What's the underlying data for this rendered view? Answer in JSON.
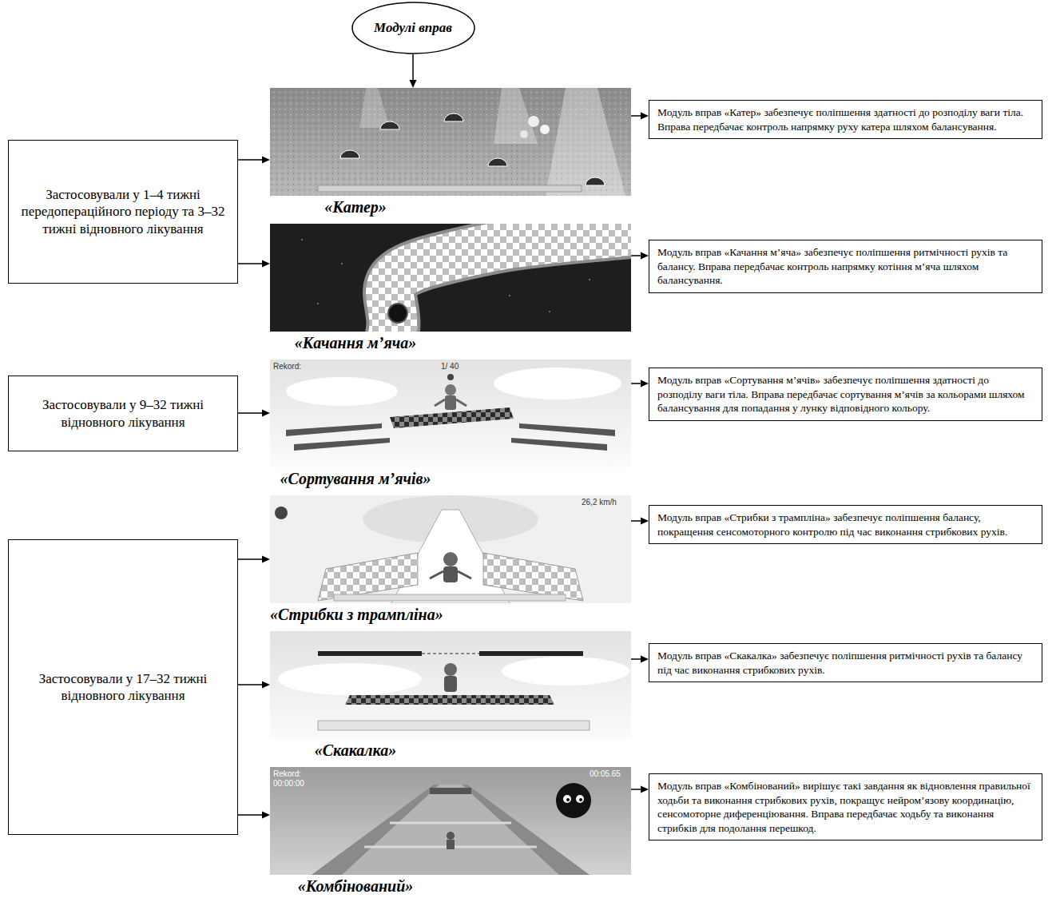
{
  "diagram": {
    "nodes": [
      {
        "text": [
          "Модулі вправ"
        ]
      },
      {
        "text": [
          "Застосовували у 1–4 тижні передопераційного періоду та 3–32 тижні відновного лікування"
        ]
      },
      {
        "text": [
          "«Катер»"
        ]
      },
      {
        "text": [
          "Модуль вправ «Катер» забезпечує поліпшення здатності до розподілу ваги тіла. Вправа передбачає контроль напрямку руху катера шляхом балансування."
        ]
      },
      {
        "text": [
          "«Качання м’яча»"
        ]
      },
      {
        "text": [
          "Модуль вправ «Качання м’яча» забезпечує поліпшення ритмічності рухів та балансу. Вправа передбачає контроль напрямку котіння м’яча шляхом балансування."
        ]
      },
      {
        "text": [
          "Застосовували у 9–32 тижні відновного лікування"
        ]
      },
      {
        "text": [
          "«Сортування м’ячів»"
        ]
      },
      {
        "text": [
          "Модуль вправ «Сортування м’ячів» забезпечує поліпшення здатності до розподілу ваги тіла. Вправа передбачає сортування м’ячів за кольорами шляхом балансування для попадання у лунку відповідного кольору."
        ]
      },
      {
        "text": [
          "Застосовували у 17–32 тижні відновного лікування"
        ]
      },
      {
        "text": [
          "«Стрибки з трампліна»"
        ]
      },
      {
        "text": [
          "Модуль вправ «Стрибки з трампліна» забезпечує поліпшення балансу, покращення сенсомоторного контролю під час виконання стрибкових рухів."
        ]
      },
      {
        "text": [
          "«Скакалка»"
        ]
      },
      {
        "text": [
          "Модуль вправ «Скакалка» забезпечує поліпшення ритмічності рухів та балансу під час виконання стрибкових рухів."
        ]
      },
      {
        "text": [
          "«Комбінований»"
        ]
      },
      {
        "text": [
          "Модуль вправ «Комбінований» вирішує такі завдання як відновлення правильної ходьби та виконання стрибкових рухів, покращує нейром’язову координацію, сенсомоторне диференціювання. Вправа передбачає ходьбу та виконання стрибків для подолання перешкод."
        ]
      }
    ],
    "edges": [
      {
        "from": 0,
        "to": 2,
        "arrow": "to"
      },
      {
        "from": 1,
        "to": 2,
        "arrow": "to"
      },
      {
        "from": 1,
        "to": 4,
        "arrow": "to"
      },
      {
        "from": 6,
        "to": 7,
        "arrow": "to"
      },
      {
        "from": 9,
        "to": 10,
        "arrow": "to"
      },
      {
        "from": 9,
        "to": 12,
        "arrow": "to"
      },
      {
        "from": 9,
        "to": 14,
        "arrow": "to"
      },
      {
        "from": 2,
        "to": 3,
        "arrow": "to"
      },
      {
        "from": 4,
        "to": 5,
        "arrow": "to"
      },
      {
        "from": 7,
        "to": 8,
        "arrow": "to"
      },
      {
        "from": 10,
        "to": 11,
        "arrow": "to"
      },
      {
        "from": 12,
        "to": 13,
        "arrow": "to"
      },
      {
        "from": 14,
        "to": 15,
        "arrow": "to"
      }
    ],
    "labels": [
      "Rekord:",
      "1/ 40",
      "26,2 km/h",
      "Rekord:",
      "00:00:00",
      "00:05.65"
    ]
  }
}
